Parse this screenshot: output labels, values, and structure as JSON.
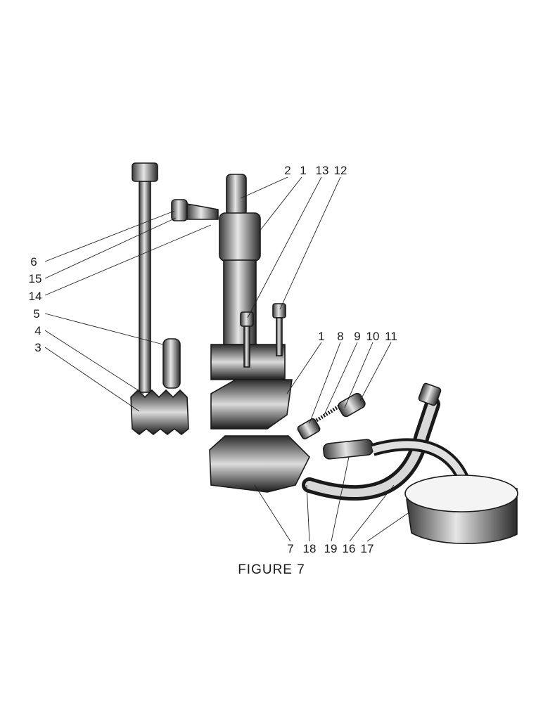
{
  "caption": "FIGURE 7",
  "callouts": {
    "left": [
      "6",
      "15",
      "14",
      "5",
      "4",
      "3"
    ],
    "top": [
      "2",
      "1",
      "13",
      "12"
    ],
    "middle": [
      "1",
      "8",
      "9",
      "10",
      "11"
    ],
    "bottom": [
      "7",
      "18",
      "19",
      "16",
      "17"
    ]
  }
}
